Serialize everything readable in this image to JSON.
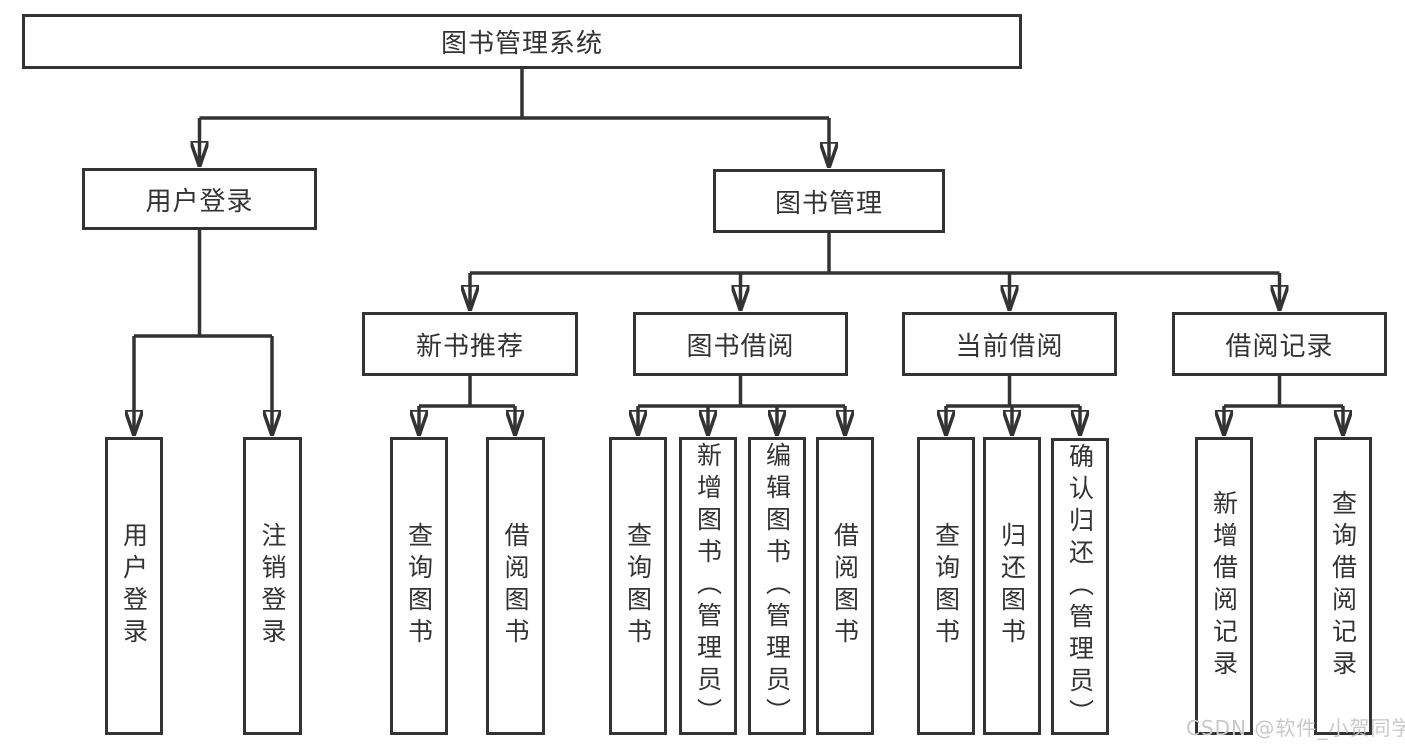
{
  "tree": {
    "label": "图书管理系统",
    "children": [
      {
        "label": "用户登录",
        "children": [
          {
            "label": "用户登录"
          },
          {
            "label": "注销登录"
          }
        ]
      },
      {
        "label": "图书管理",
        "children": [
          {
            "label": "新书推荐",
            "children": [
              {
                "label": "查询图书"
              },
              {
                "label": "借阅图书"
              }
            ]
          },
          {
            "label": "图书借阅",
            "children": [
              {
                "label": "查询图书"
              },
              {
                "label": "新增图书（管理员）"
              },
              {
                "label": "编辑图书（管理员）"
              },
              {
                "label": "借阅图书"
              }
            ]
          },
          {
            "label": "当前借阅",
            "children": [
              {
                "label": "查询图书"
              },
              {
                "label": "归还图书"
              },
              {
                "label": "确认归还（管理员）"
              }
            ]
          },
          {
            "label": "借阅记录",
            "children": [
              {
                "label": "新增借阅记录"
              },
              {
                "label": "查询借阅记录"
              }
            ]
          }
        ]
      }
    ]
  },
  "watermark": {
    "text": "CSDN @软件_小贺同学"
  },
  "colors": {
    "line": "#333333",
    "text": "#333333",
    "background": "#ffffff",
    "watermark": "#c9c9c9"
  }
}
